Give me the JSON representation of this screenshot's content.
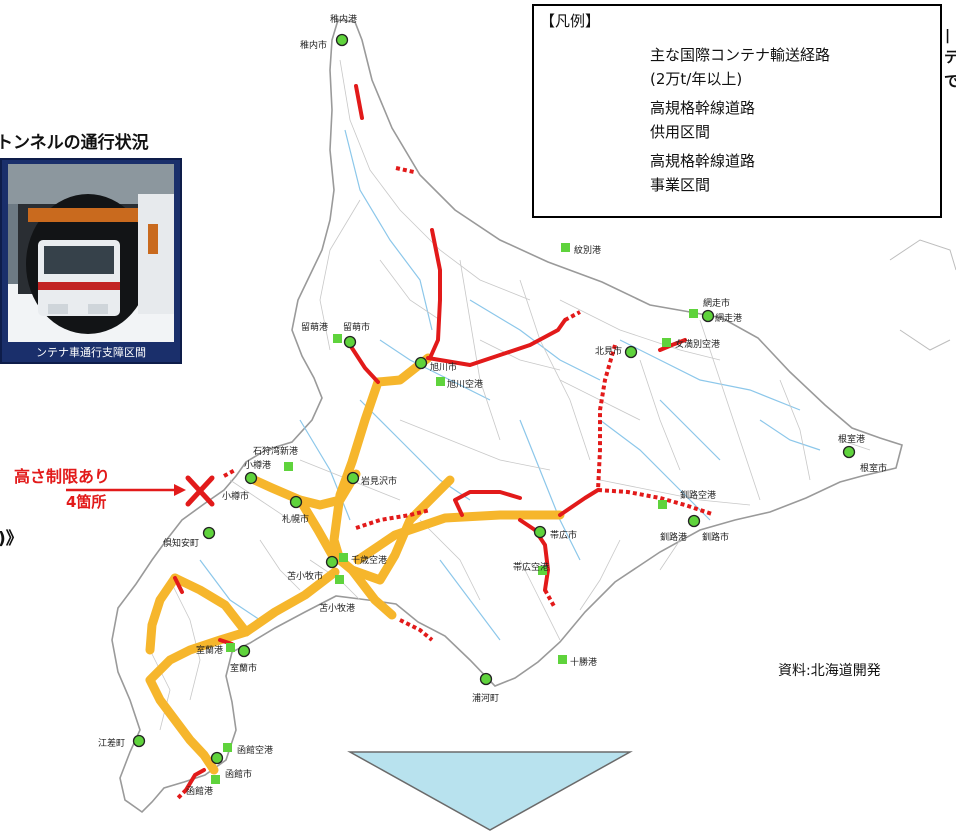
{
  "legend": {
    "title": "【凡例】",
    "item1_line1": "主な国際コンテナ輸送経路",
    "item1_line2": "(2万t/年以上)",
    "item2_line1": "高規格幹線道路",
    "item2_line2": "供用区間",
    "item3_line1": "高規格幹線道路",
    "item3_line2": "事業区間"
  },
  "tunnel_heading": "トンネルの通行状況",
  "photo_caption": "ンテナ車通行支障区間",
  "height_limit": {
    "line1": "高さ制限あり",
    "line2": "4箇所"
  },
  "partial_left_text": ")》",
  "right_partial_top": "テ",
  "right_partial_mid": "で",
  "source_text": "資料:北海道開発",
  "colors": {
    "container_route": "#f6b62c",
    "highway": "#e21a1a",
    "marker": "#5fd33c",
    "river": "#7fbfe6"
  },
  "places": {
    "wakkanai_port": "稚内港",
    "wakkanai_city": "稚内市",
    "monbetsu_port": "紋別港",
    "abashiri_city": "網走市",
    "abashiri_port": "網走港",
    "memanbetsu_airport": "女満別空港",
    "kitami_city": "北見市",
    "rumoi_port": "留萌港",
    "rumoi_city": "留萌市",
    "asahikawa_city": "旭川市",
    "asahikawa_airport": "旭川空港",
    "ishikari_port": "石狩湾新港",
    "otaru_port": "小樽港",
    "otaru_city": "小樽市",
    "iwamizawa_city": "岩見沢市",
    "sapporo_city": "札幌市",
    "kutchan_town": "倶知安町",
    "chitose_airport": "千歳空港",
    "tomakomai_city": "苫小牧市",
    "tomakomai_port": "苫小牧港",
    "nemuro_port": "根室港",
    "nemuro_city": "根室市",
    "kushiro_airport": "釧路空港",
    "kushiro_port": "釧路港",
    "kushiro_city": "釧路市",
    "obihiro_city": "帯広市",
    "obihiro_airport": "帯広空港",
    "tokachi_port": "十勝港",
    "urakawa_town": "浦河町",
    "muroran_port": "室蘭港",
    "muroran_city": "室蘭市",
    "esashi_town": "江差町",
    "hakodate_airport": "函館空港",
    "hakodate_city": "函館市",
    "hakodate_port": "函館港"
  }
}
